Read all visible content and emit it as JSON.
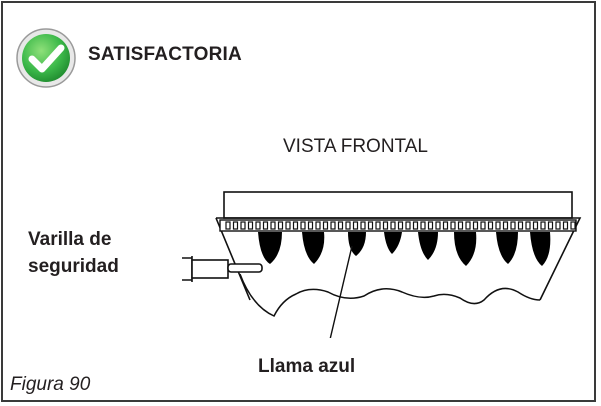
{
  "status": {
    "label": "SATISFACTORIA",
    "icon": "check-circle-icon",
    "color": "#3cb94a"
  },
  "diagram": {
    "view_title": "VISTA FRONTAL",
    "labels": {
      "safety_rod_line1": "Varilla de",
      "safety_rod_line2": "seguridad",
      "flame": "Llama azul"
    }
  },
  "figure_caption": "Figura 90"
}
